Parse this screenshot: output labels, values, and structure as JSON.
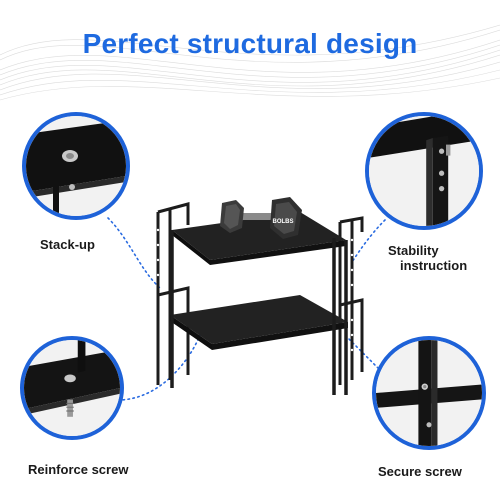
{
  "title": "Perfect structural design",
  "labels": {
    "stack_up": "Stack-up",
    "stability_line1": "Stability",
    "stability_line2": "instruction",
    "reinforce": "Reinforce screw",
    "secure": "Secure screw"
  },
  "dumbbell_brand": "BOLBS",
  "colors": {
    "accent": "#1e6ae0",
    "circle_border": "#1e62d8",
    "shelf": "#1c1c1c"
  }
}
